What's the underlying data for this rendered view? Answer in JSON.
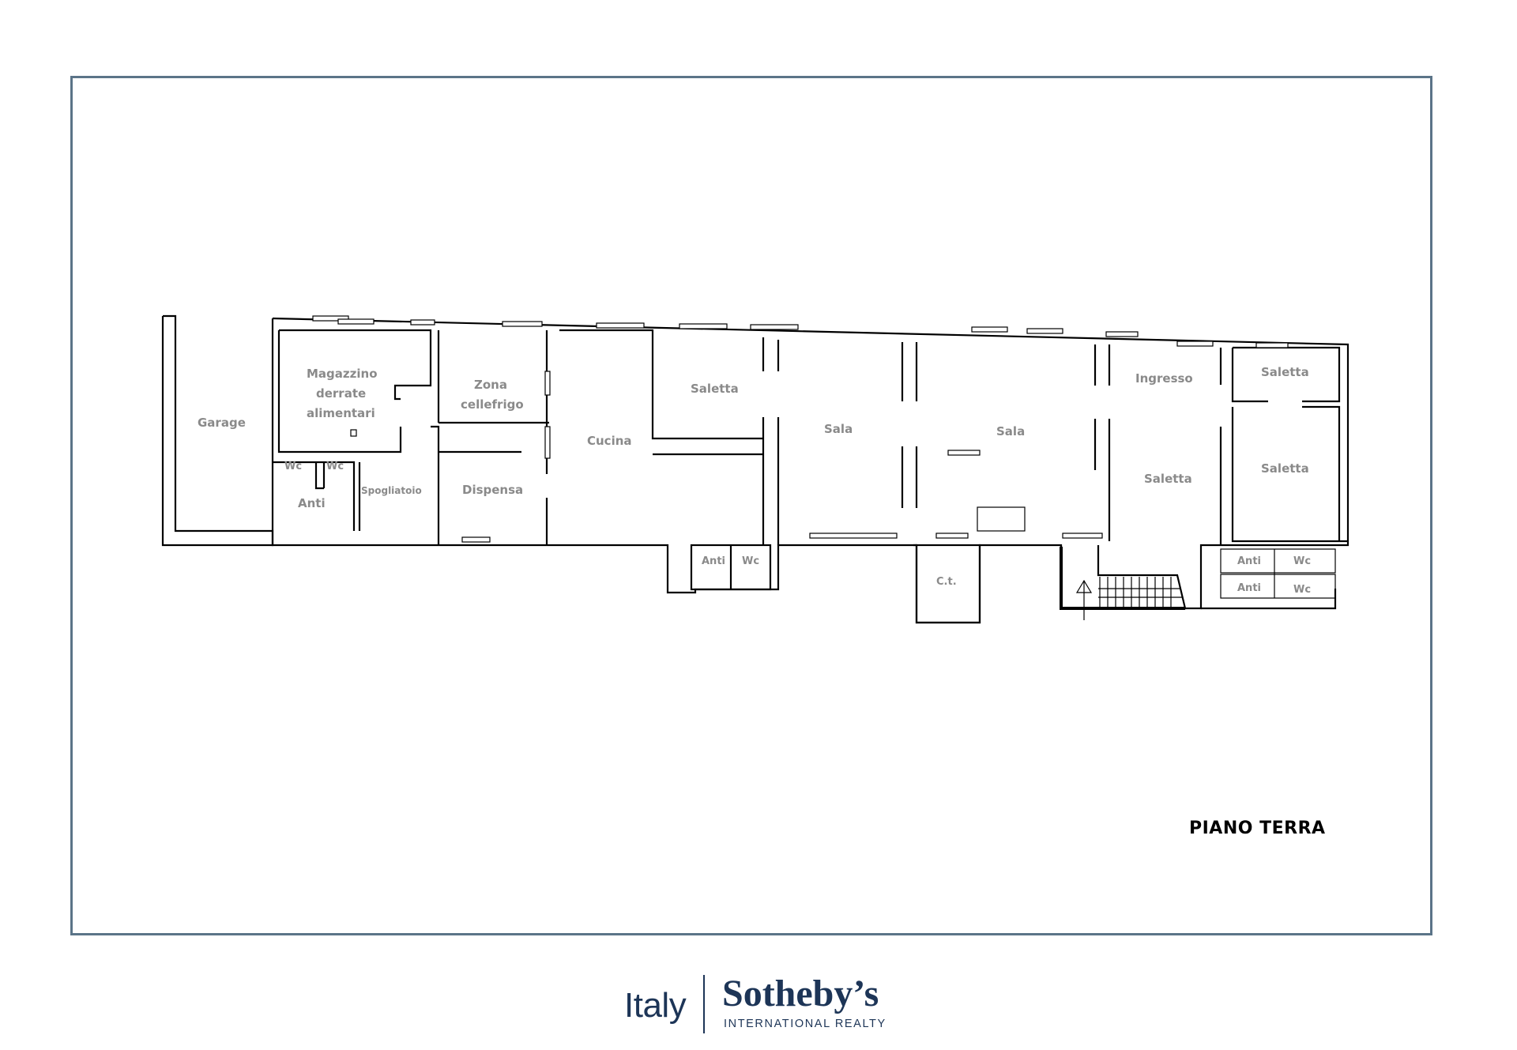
{
  "plan": {
    "floor_title": "PIANO TERRA",
    "rooms": {
      "garage": "Garage",
      "magazzino_1": "Magazzino",
      "magazzino_2": "derrate",
      "magazzino_3": "alimentari",
      "zona_1": "Zona",
      "zona_2": "cellefrigo",
      "wc_a": "Wc",
      "wc_b": "Wc",
      "spogliatoio": "Spogliatoio",
      "anti_a": "Anti",
      "dispensa": "Dispensa",
      "cucina": "Cucina",
      "saletta_a": "Saletta",
      "sala_a": "Sala",
      "sala_b": "Sala",
      "ingresso": "Ingresso",
      "saletta_b": "Saletta",
      "saletta_c": "Saletta",
      "saletta_d": "Saletta",
      "anti_b": "Anti",
      "wc_c": "Wc",
      "ct": "C.t.",
      "anti_c": "Anti",
      "wc_d": "Wc",
      "anti_d": "Anti",
      "wc_e": "Wc"
    }
  },
  "logo": {
    "left": "Italy",
    "brand": "Sotheby’s",
    "sub": "INTERNATIONAL REALTY"
  },
  "colors": {
    "frame": "#5b7488",
    "room_label": "#8a8a8a",
    "brand": "#1d3557"
  }
}
